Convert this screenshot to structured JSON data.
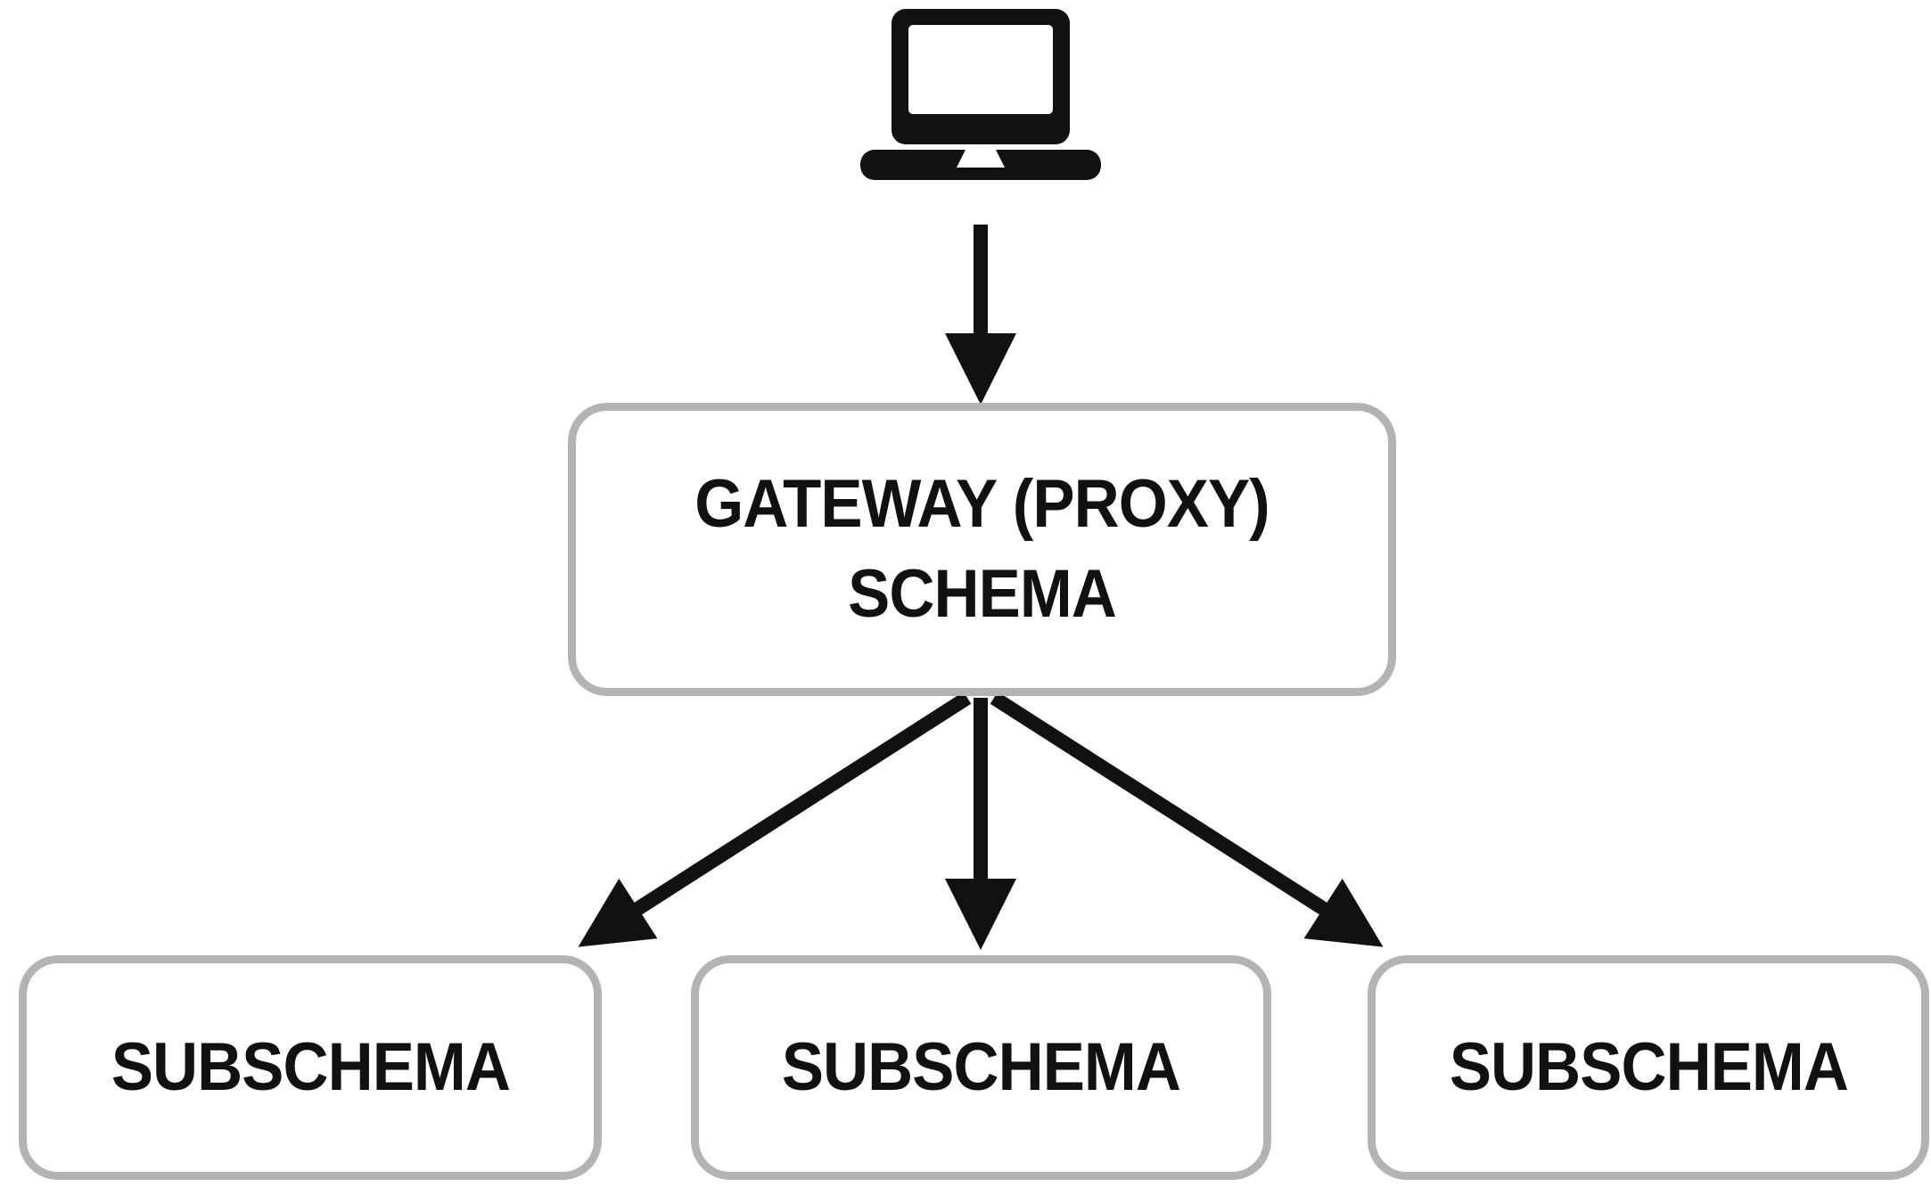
{
  "diagram": {
    "background": "#ffffff",
    "colors": {
      "node_border": "#b3b3b3",
      "node_fill": "#ffffff",
      "ink": "#111111"
    },
    "nodes": {
      "client": {
        "icon": "laptop-icon"
      },
      "gateway": {
        "label_line1": "GATEWAY (PROXY)",
        "label_line2": "SCHEMA"
      },
      "subschemas": [
        {
          "label": "SUBSCHEMA"
        },
        {
          "label": "SUBSCHEMA"
        },
        {
          "label": "SUBSCHEMA"
        }
      ]
    },
    "edges": [
      {
        "from": "client",
        "to": "gateway"
      },
      {
        "from": "gateway",
        "to": "subschema-1"
      },
      {
        "from": "gateway",
        "to": "subschema-2"
      },
      {
        "from": "gateway",
        "to": "subschema-3"
      }
    ]
  }
}
